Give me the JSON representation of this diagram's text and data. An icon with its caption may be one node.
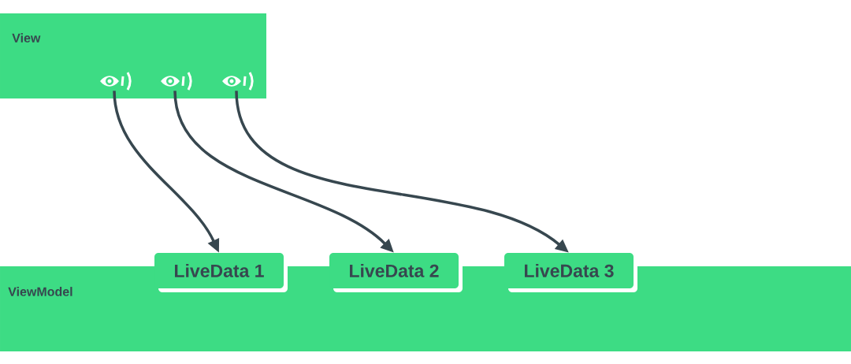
{
  "diagram": {
    "nodes": [
      {
        "text": [
          "View"
        ]
      },
      {
        "text": [],
        "shape": "picture",
        "in": 0
      },
      {
        "text": [],
        "shape": "picture",
        "in": 0
      },
      {
        "text": [],
        "shape": "picture",
        "in": 0
      },
      {
        "text": [
          "ViewModel"
        ]
      },
      {
        "text": [
          "LiveData 1"
        ]
      },
      {
        "text": [
          "LiveData 2"
        ]
      },
      {
        "text": [
          "LiveData 3"
        ]
      }
    ],
    "edges": [
      {
        "from": 1,
        "to": 5,
        "arrow": "to"
      },
      {
        "from": 2,
        "to": 6,
        "arrow": "to"
      },
      {
        "from": 3,
        "to": 7,
        "arrow": "to"
      }
    ]
  }
}
